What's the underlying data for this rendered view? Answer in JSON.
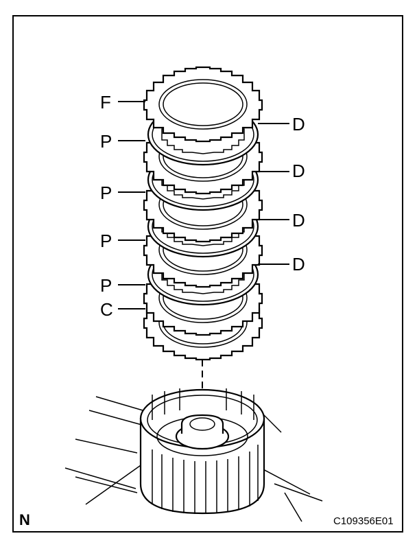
{
  "labels": {
    "left": [
      "F",
      "P",
      "P",
      "P",
      "P",
      "C"
    ],
    "right": [
      "D",
      "D",
      "D",
      "D"
    ]
  },
  "view_marker": "N",
  "figure_code": "C109356E01"
}
